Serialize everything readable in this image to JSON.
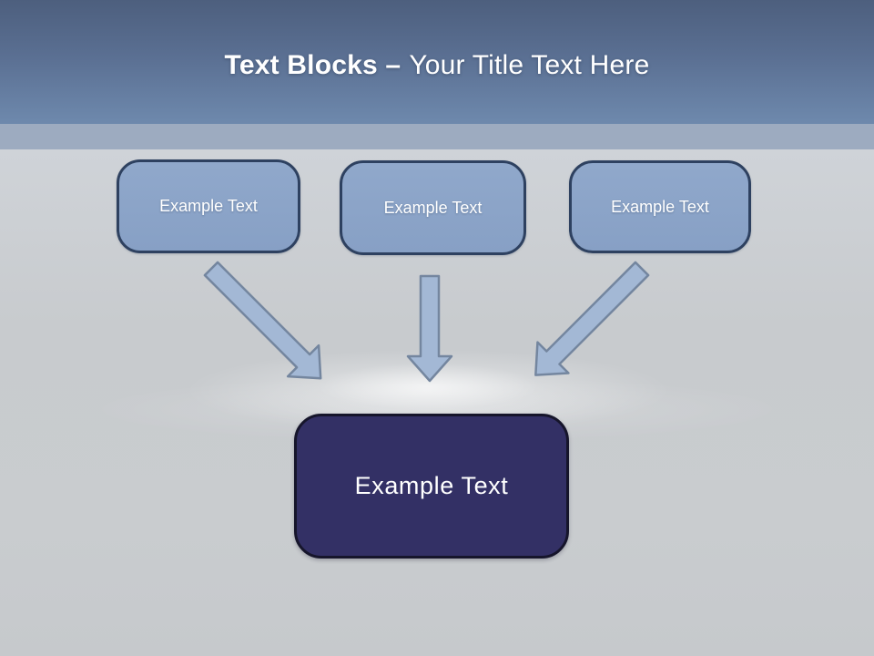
{
  "slide": {
    "title": {
      "bold_part": "Text Blocks –",
      "regular_part": "Your Title Text Here"
    },
    "top_boxes": [
      {
        "label": "Example Text"
      },
      {
        "label": "Example Text"
      },
      {
        "label": "Example Text"
      }
    ],
    "bottom_box": {
      "label": "Example Text"
    },
    "arrows": [
      {
        "name": "arrow-down-right"
      },
      {
        "name": "arrow-down"
      },
      {
        "name": "arrow-down-left"
      }
    ],
    "colors": {
      "header_gradient_top": "#4d5f7e",
      "header_gradient_bottom": "#6e89ad",
      "header_band": "#9dabc0",
      "body_background": "#c9cccf",
      "top_box_fill": "#8ba3c7",
      "top_box_border": "#2e4160",
      "bottom_box_fill": "#333065",
      "bottom_box_border": "#16152b",
      "arrow_fill": "#a3b8d5",
      "arrow_stroke": "#74869f",
      "title_color": "#ffffff"
    }
  }
}
